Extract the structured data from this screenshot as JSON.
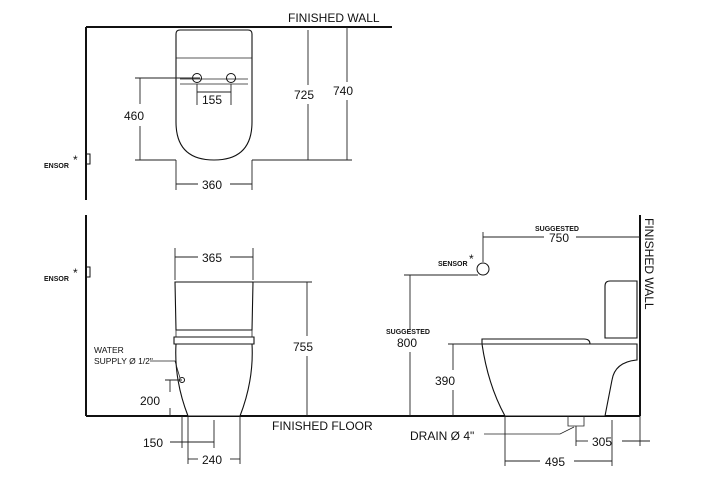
{
  "labels": {
    "finished_wall_top": "FINISHED WALL",
    "finished_wall_side": "FINISHED WALL",
    "finished_floor": "FINISHED FLOOR",
    "sensor_top": "ENSOR",
    "sensor_front": "ENSOR",
    "sensor_side": "SENSOR",
    "sensor_mark": "*",
    "water_supply_line1": "WATER",
    "water_supply_line2": "SUPPLY Ø 1/2\"",
    "drain": "DRAIN Ø 4\"",
    "suggested_top": "SUGGESTED",
    "suggested_left": "SUGGESTED"
  },
  "dimensions": {
    "plan_outlet_spacing": "155",
    "plan_outlet_height": "460",
    "plan_body_length": "725",
    "plan_total_length": "740",
    "plan_width": "360",
    "front_width": "365",
    "front_height": "755",
    "front_supply_height": "200",
    "front_supply_offset": "150",
    "front_base_width": "240",
    "side_sensor_distance": "750",
    "side_sensor_height": "800",
    "side_seat_height": "390",
    "side_drain_to_wall": "305",
    "side_depth": "495"
  }
}
